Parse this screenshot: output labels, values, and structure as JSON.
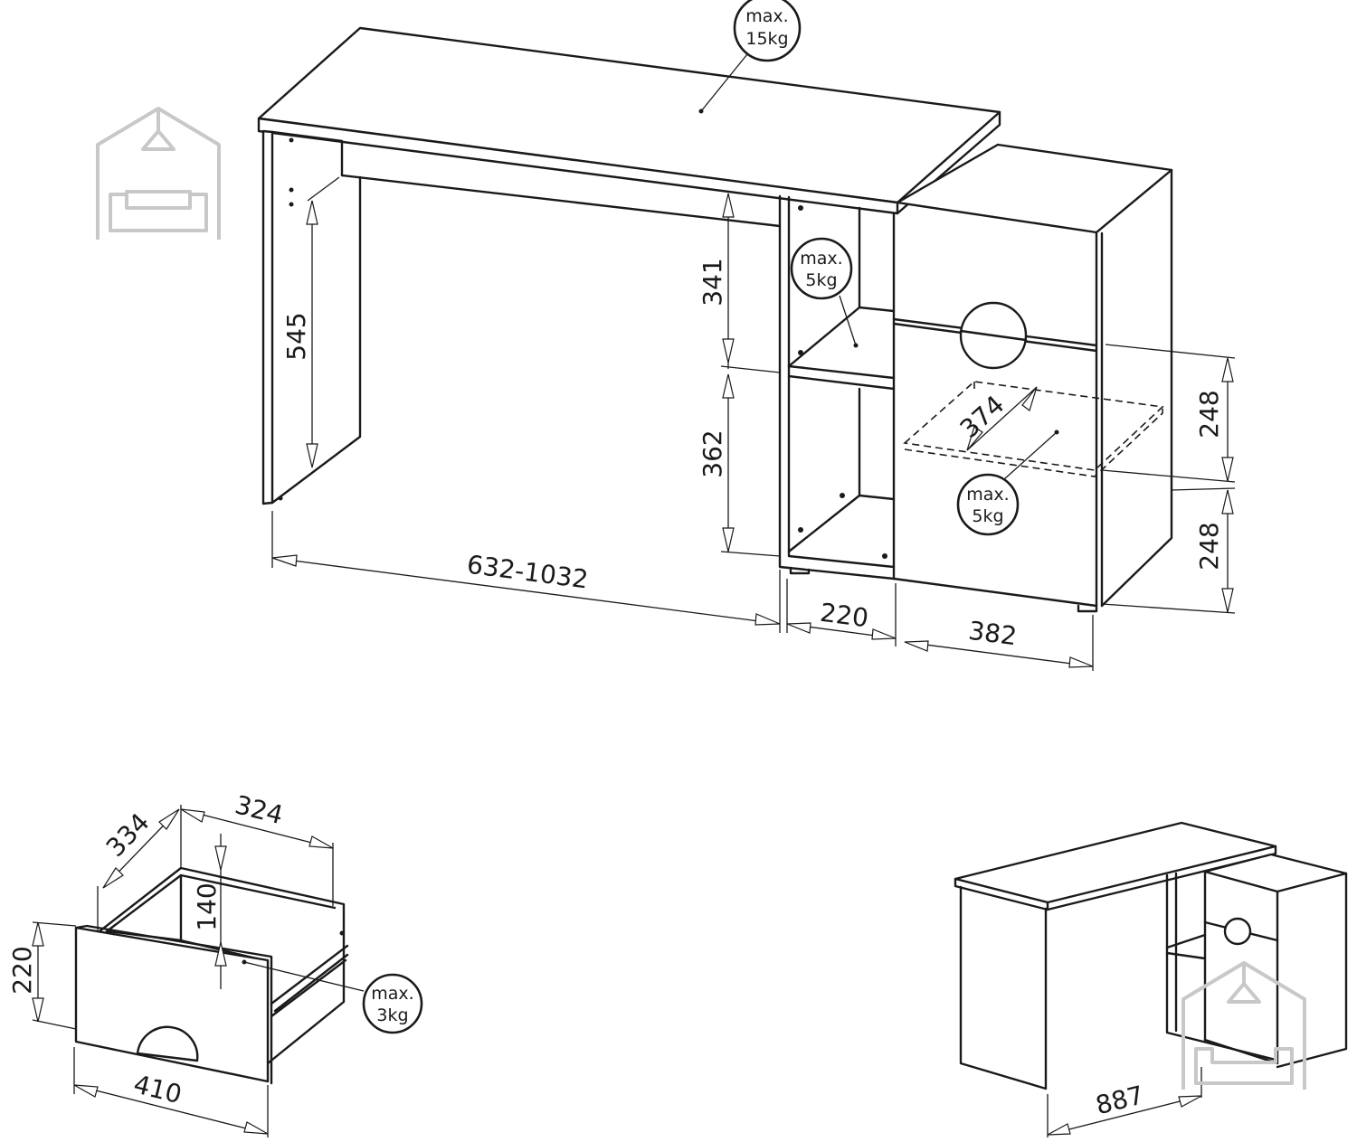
{
  "dimensions": {
    "leg_height": "545",
    "upper_shelf_height": "341",
    "lower_shelf_height": "362",
    "desk_extension": "632-1032",
    "shelf_width": "220",
    "cabinet_width": "382",
    "drawer_height_upper": "248",
    "drawer_height_lower": "248",
    "inner_shelf_depth": "374",
    "drawer_depth": "334",
    "drawer_inner_width": "324",
    "drawer_inner_height": "140",
    "drawer_front_height": "220",
    "drawer_front_width": "410",
    "overall_depth": "887"
  },
  "loads": {
    "desktop": {
      "line1": "max.",
      "line2": "15kg"
    },
    "shelf": {
      "line1": "max.",
      "line2": "5kg"
    },
    "cabinet_shelf": {
      "line1": "max.",
      "line2": "5kg"
    },
    "drawer": {
      "line1": "max.",
      "line2": "3kg"
    }
  },
  "icons": {
    "watermark": "home-sofa-watermark-icon"
  }
}
